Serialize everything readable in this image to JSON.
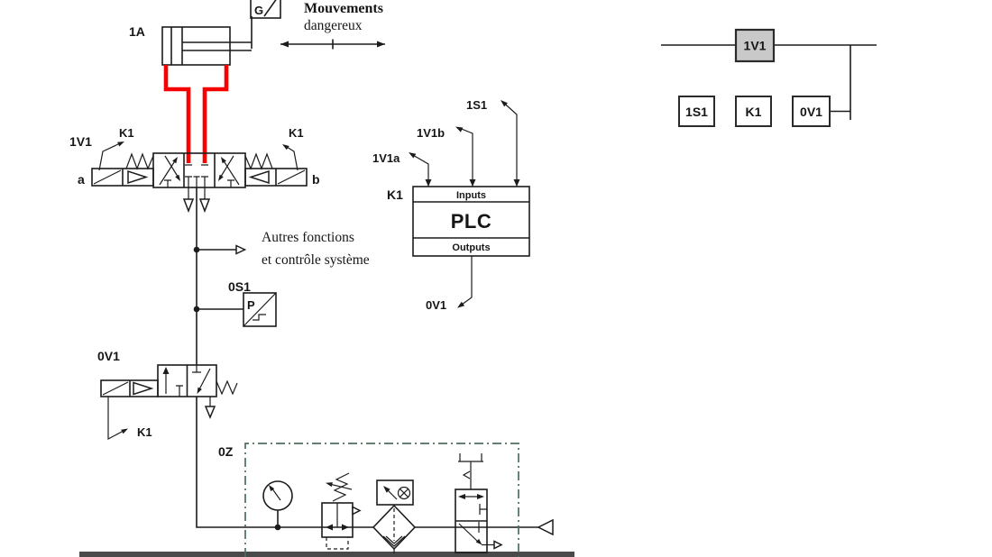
{
  "figure": {
    "type": "pneumatic safety circuit diagram",
    "language": "French"
  },
  "colors": {
    "line": "#1c1c1c",
    "hazard_red": "#f70000",
    "enclosure_green": "#4d6e5c",
    "block_fill": "#c9c9c9",
    "bottom_bar": "#4a4a4a",
    "background": "#ffffff"
  },
  "circuit": {
    "cylinder": {
      "id": "1A",
      "sensor": "G"
    },
    "hazard": {
      "line1": "Mouvements",
      "line2": "dangereux"
    },
    "main_valve": {
      "id": "1V1",
      "left_pilot": "K1",
      "right_pilot": "K1",
      "side_a": "a",
      "side_b": "b"
    },
    "controller": {
      "id": "K1",
      "inputs_label": "Inputs",
      "name": "PLC",
      "outputs_label": "Outputs",
      "inputs": [
        "1V1a",
        "1V1b",
        "1S1"
      ],
      "output": "0V1"
    },
    "branch_note": {
      "line1": "Autres fonctions",
      "line2": "et contrôle système"
    },
    "pressure_sensor": {
      "id": "0S1",
      "letter": "P"
    },
    "shutoff_valve": {
      "id": "0V1",
      "pilot": "K1"
    },
    "air_service_unit": {
      "id": "0Z"
    }
  },
  "block_diagram": {
    "main_node": "1V1",
    "nodes": [
      "1S1",
      "K1",
      "0V1"
    ]
  }
}
